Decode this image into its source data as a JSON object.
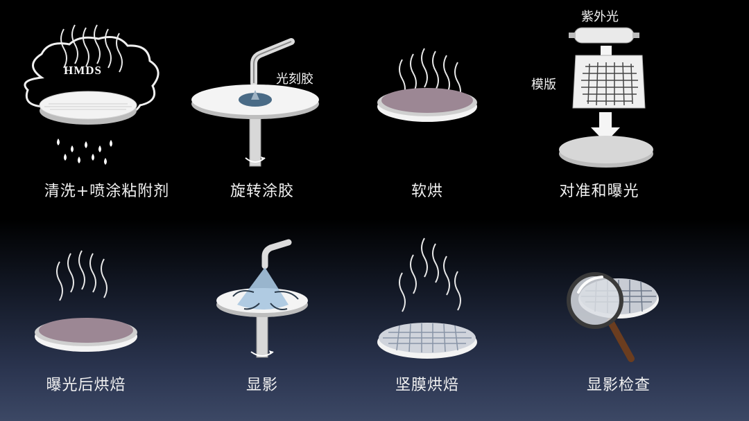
{
  "steps": [
    {
      "caption": "清洗+喷涂粘附剂",
      "labels": {
        "chemical": "HMDS"
      }
    },
    {
      "caption": "旋转涂胶",
      "labels": {
        "resist": "光刻胶"
      }
    },
    {
      "caption": "软烘"
    },
    {
      "caption": "对准和曝光",
      "labels": {
        "uv": "紫外光",
        "mask": "模版"
      }
    },
    {
      "caption": "曝光后烘焙"
    },
    {
      "caption": "显影"
    },
    {
      "caption": "坚膜烘焙"
    },
    {
      "caption": "显影检查"
    }
  ],
  "colors": {
    "background": "#000000",
    "wafer_white": "#f3f3f3",
    "wafer_resist": "#9c8794",
    "steam": "#e8e8e8",
    "handle": "#6b3d1f"
  }
}
